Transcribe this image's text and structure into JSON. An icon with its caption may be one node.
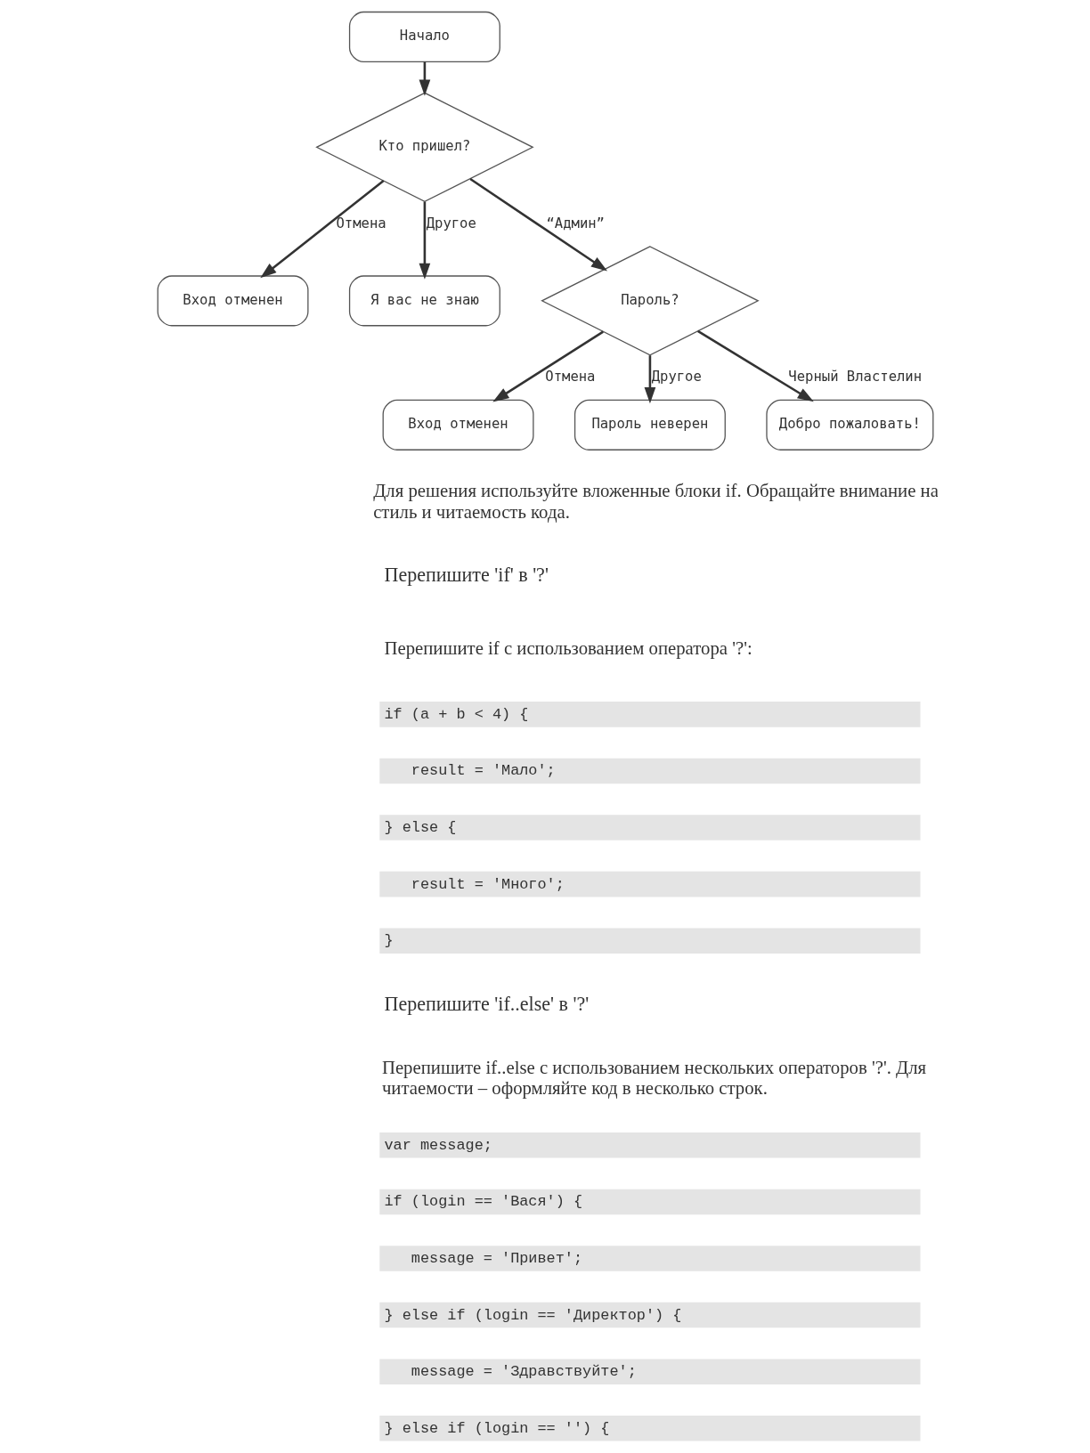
{
  "diagram": {
    "nodes": [
      {
        "text": [
          "Начало"
        ]
      },
      {
        "text": [
          "Кто пришел?"
        ]
      },
      {
        "text": [
          "Вход отменен"
        ]
      },
      {
        "text": [
          "Я вас не знаю"
        ]
      },
      {
        "text": [
          "Пароль?"
        ]
      },
      {
        "text": [
          "Вход отменен"
        ]
      },
      {
        "text": [
          "Пароль неверен"
        ]
      },
      {
        "text": [
          "Добро пожаловать!"
        ]
      }
    ],
    "edges": [
      {
        "from": 0,
        "to": 1,
        "arrow": "to"
      },
      {
        "from": 1,
        "to": 2,
        "arrow": "to",
        "label": "Отмена"
      },
      {
        "from": 1,
        "to": 3,
        "arrow": "to",
        "label": "Другое"
      },
      {
        "from": 1,
        "to": 4,
        "arrow": "to",
        "label": "“Админ”"
      },
      {
        "from": 4,
        "to": 5,
        "arrow": "to",
        "label": "Отмена"
      },
      {
        "from": 4,
        "to": 6,
        "arrow": "to",
        "label": "Другое"
      },
      {
        "from": 4,
        "to": 7,
        "arrow": "to",
        "label": "Черный Властелин"
      }
    ],
    "labels": [
      "Для решения используйте вложенные блоки if. Обращайте внимание на стиль и читаемость кода.",
      "Перепишите 'if' в '?'",
      "Перепишите if с использованием оператора '?':",
      "if (a + b < 4) {",
      "result = 'Мало';",
      "} else {",
      "result = 'Много';",
      "}",
      "Перепишите 'if..else' в '?'",
      "Перепишите if..else с использованием нескольких операторов '?'. Для читаемости – оформляйте код в несколько строк.",
      "var message;",
      "if (login == 'Вася') {",
      "message = 'Привет';",
      "} else if (login == 'Директор') {",
      "message = 'Здравствуйте';",
      "} else if (login == '') {"
    ]
  }
}
